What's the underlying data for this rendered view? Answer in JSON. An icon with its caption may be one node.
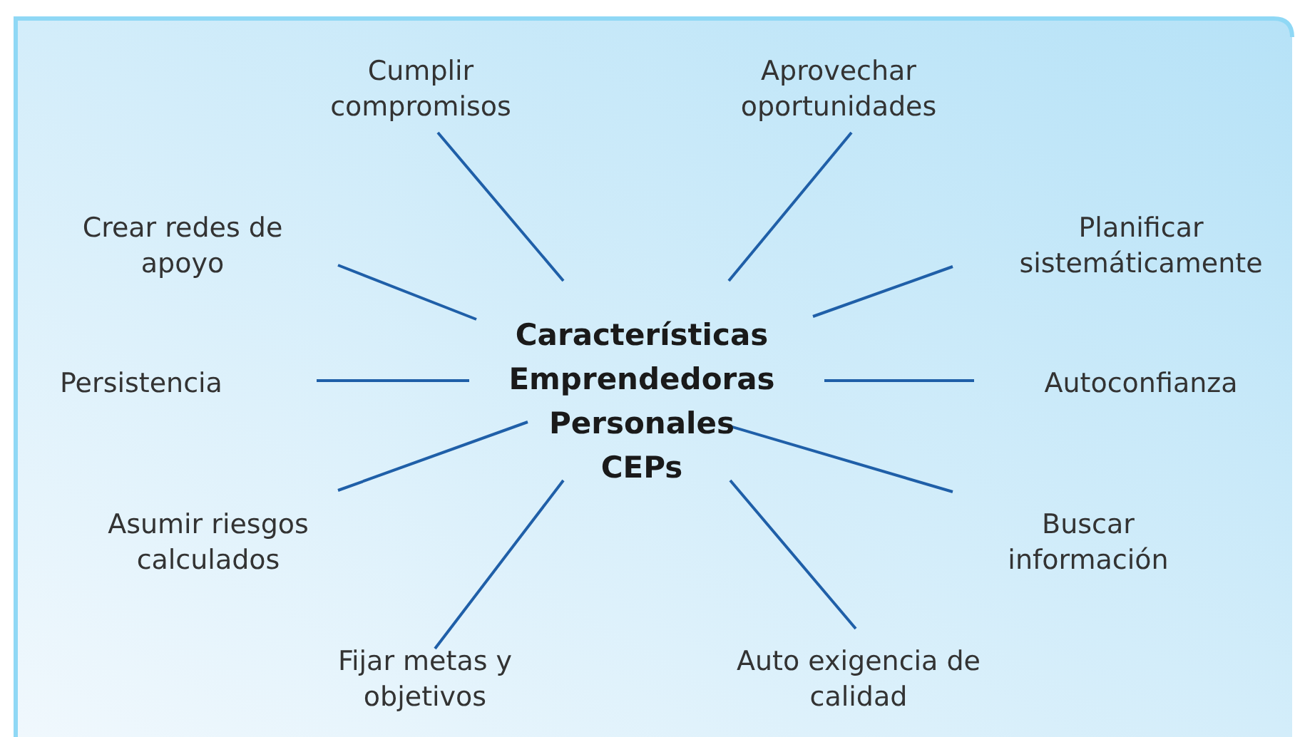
{
  "diagram": {
    "nodes": [
      {
        "text": [
          "Características Emprendedoras Personales CEPs"
        ]
      },
      {
        "text": [
          "Cumplir compromisos"
        ]
      },
      {
        "text": [
          "Aprovechar oportunidades"
        ]
      },
      {
        "text": [
          "Crear redes de apoyo"
        ]
      },
      {
        "text": [
          "Planificar sistemáticamente"
        ]
      },
      {
        "text": [
          "Persistencia"
        ]
      },
      {
        "text": [
          "Autoconfianza"
        ]
      },
      {
        "text": [
          "Asumir riesgos calculados"
        ]
      },
      {
        "text": [
          "Buscar información"
        ]
      },
      {
        "text": [
          "Fijar metas y objetivos"
        ]
      },
      {
        "text": [
          "Auto exigencia de calidad"
        ]
      }
    ],
    "edges": [
      {
        "from": 0,
        "to": 1,
        "arrow": "none"
      },
      {
        "from": 0,
        "to": 2,
        "arrow": "none"
      },
      {
        "from": 0,
        "to": 3,
        "arrow": "none"
      },
      {
        "from": 0,
        "to": 4,
        "arrow": "none"
      },
      {
        "from": 0,
        "to": 5,
        "arrow": "none"
      },
      {
        "from": 0,
        "to": 6,
        "arrow": "none"
      },
      {
        "from": 0,
        "to": 7,
        "arrow": "none"
      },
      {
        "from": 0,
        "to": 8,
        "arrow": "none"
      },
      {
        "from": 0,
        "to": 9,
        "arrow": "none"
      },
      {
        "from": 0,
        "to": 10,
        "arrow": "none"
      }
    ]
  }
}
